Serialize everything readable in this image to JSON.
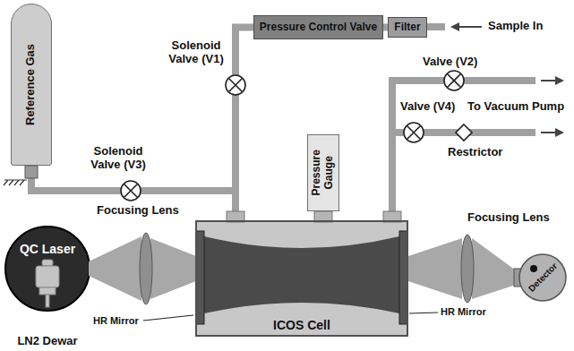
{
  "diagram": {
    "nodes": [
      {
        "text": [
          "Reference Gas"
        ]
      },
      {
        "text": [
          "Pressure Control Valve"
        ]
      },
      {
        "text": [
          "Filter"
        ]
      },
      {
        "text": [
          "Pressure Gauge"
        ]
      },
      {
        "text": [
          "QC Laser",
          "LN2 Dewar"
        ]
      },
      {
        "text": [
          "ICOS Cell"
        ]
      },
      {
        "text": [
          "Detector"
        ]
      }
    ],
    "edges": [
      {
        "from": 2,
        "to": 1,
        "arrow": "none"
      },
      {
        "from": 1,
        "to": 5,
        "arrow": "none"
      },
      {
        "from": 0,
        "to": 5,
        "arrow": "none"
      },
      {
        "from": 3,
        "to": 5,
        "arrow": "none"
      }
    ],
    "labels": [
      "Solenoid Valve (V1)",
      "Sample In",
      "Valve (V2)",
      "Valve (V4)",
      "To Vacuum Pump",
      "Restrictor",
      "Solenoid Valve (V3)",
      "Focusing Lens",
      "Focusing Lens",
      "HR Mirror",
      "HR Mirror"
    ]
  }
}
